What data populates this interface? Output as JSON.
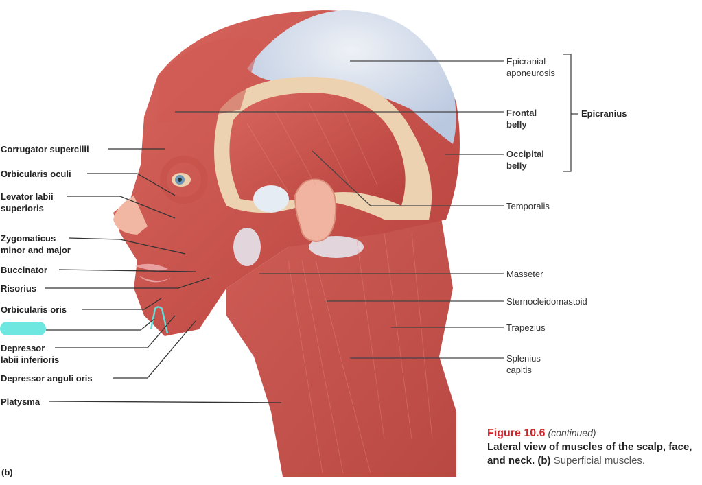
{
  "figure": {
    "panel_label": "(b)",
    "number": "Figure 10.6",
    "continued": "(continued)",
    "title": "Lateral view of muscles of the scalp, face, and neck.",
    "panel_ref": "(b)",
    "subtitle": "Superficial muscles."
  },
  "left_labels": [
    {
      "text": "Corrugator supercilii"
    },
    {
      "text": "Orbicularis oculi"
    },
    {
      "text": "Levator labii",
      "text2": "superioris"
    },
    {
      "text": "Zygomaticus",
      "text2": "minor and major"
    },
    {
      "text": "Buccinator"
    },
    {
      "text": "Risorius"
    },
    {
      "text": "Orbicularis oris"
    },
    {
      "text": "",
      "highlighted": true,
      "highlight_color": "#6ee7e0"
    },
    {
      "text": "Depressor",
      "text2": "labii inferioris"
    },
    {
      "text": "Depressor anguli oris"
    },
    {
      "text": "Platysma"
    }
  ],
  "right_labels": [
    {
      "text": "Epicranial",
      "text2": "aponeurosis"
    },
    {
      "text": "Frontal",
      "text2": "belly"
    },
    {
      "text": "Occipital",
      "text2": "belly"
    },
    {
      "text": "Temporalis"
    },
    {
      "text": "Masseter"
    },
    {
      "text": "Sternocleidomastoid"
    },
    {
      "text": "Trapezius"
    },
    {
      "text": "Splenius",
      "text2": "capitis"
    }
  ],
  "group_label": "Epicranius",
  "colors": {
    "muscle": "#c9524c",
    "muscle_light": "#e08a80",
    "aponeurosis": "#dfe5ee",
    "bone_tan": "#ecd2b0",
    "skin": "#f0b4a0",
    "accent_red": "#d2232a",
    "highlight": "#6ee7e0"
  }
}
